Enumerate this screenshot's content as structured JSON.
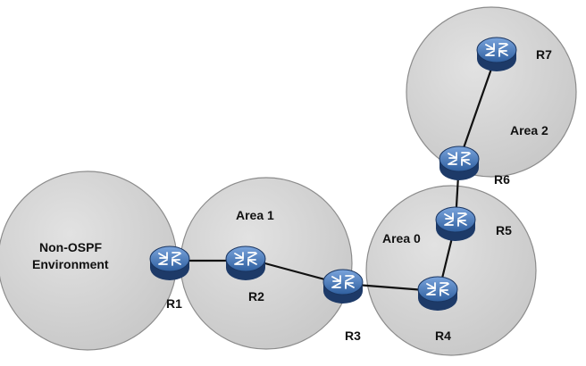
{
  "areas": {
    "non_ospf": {
      "label_line1": "Non-OSPF",
      "label_line2": "Environment"
    },
    "area1": {
      "label": "Area 1"
    },
    "area0": {
      "label": "Area 0"
    },
    "area2": {
      "label": "Area 2"
    }
  },
  "routers": {
    "r1": {
      "label": "R1"
    },
    "r2": {
      "label": "R2"
    },
    "r3": {
      "label": "R3"
    },
    "r4": {
      "label": "R4"
    },
    "r5": {
      "label": "R5"
    },
    "r6": {
      "label": "R6"
    },
    "r7": {
      "label": "R7"
    }
  },
  "links": [
    [
      "R1",
      "R2"
    ],
    [
      "R2",
      "R3"
    ],
    [
      "R3",
      "R4"
    ],
    [
      "R4",
      "R5"
    ],
    [
      "R5",
      "R6"
    ],
    [
      "R6",
      "R7"
    ]
  ],
  "colors": {
    "area_fill": "#d3d3d3",
    "area_stroke": "#8c8c8c",
    "router_top": "#3f6fb0",
    "router_side": "#1f3f73",
    "link": "#111111"
  }
}
